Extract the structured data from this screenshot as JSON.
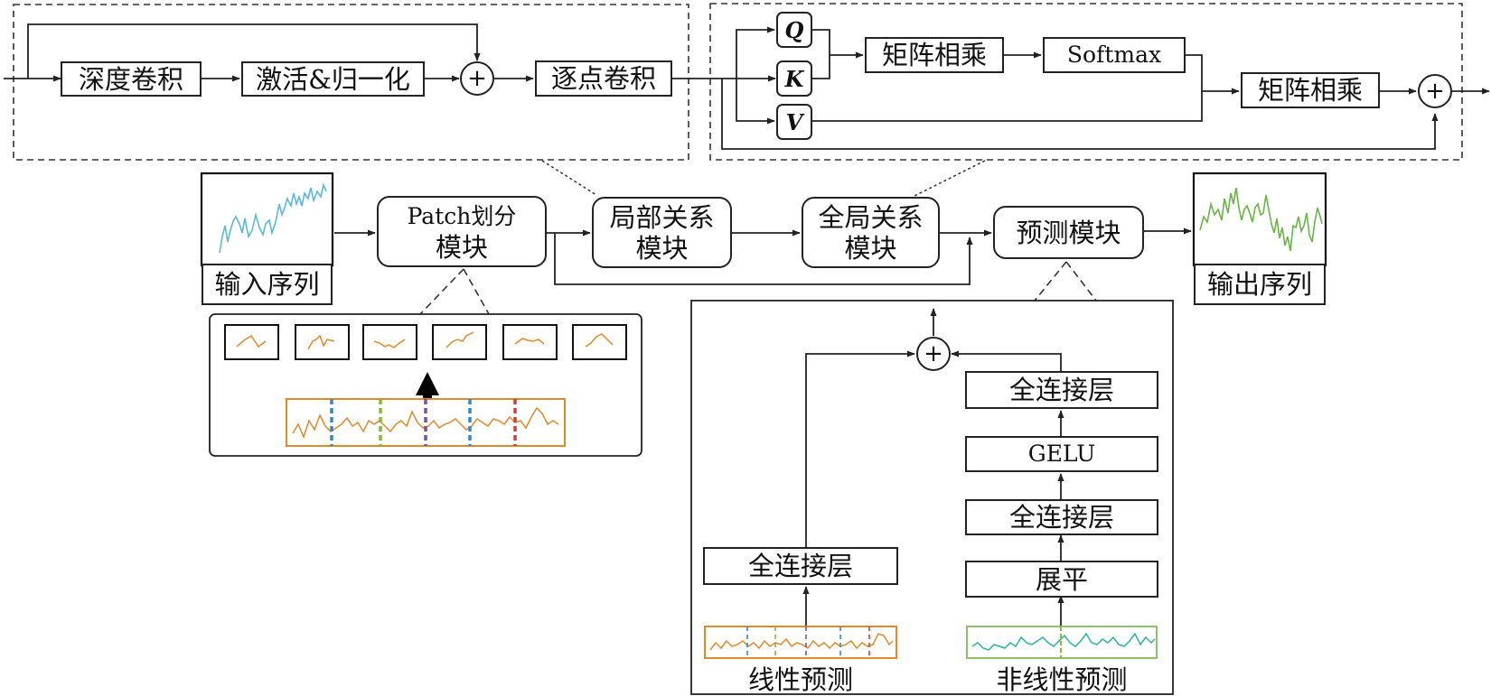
{
  "local_block": {
    "depthwise_conv": "深度卷积",
    "activation_norm": "激活&归一化",
    "pointwise_conv": "逐点卷积"
  },
  "global_block": {
    "q": "Q",
    "k": "K",
    "v": "V",
    "matmul_1": "矩阵相乘",
    "softmax": "Softmax",
    "matmul_2": "矩阵相乘"
  },
  "pipeline": {
    "input_label": "输入序列",
    "patch_line1": "Patch划分",
    "patch_line2": "模块",
    "local_line1": "局部关系",
    "local_line2": "模块",
    "global_line1": "全局关系",
    "global_line2": "模块",
    "predict": "预测模块",
    "output_label": "输出序列"
  },
  "prediction_detail": {
    "linear_fc": "全连接层",
    "fc_top": "全连接层",
    "gelu": "GELU",
    "fc_mid": "全连接层",
    "flatten": "展平",
    "linear_label": "线性预测",
    "nonlinear_label": "非线性预测"
  },
  "plus_symbol": "+",
  "colors": {
    "input_series": "#5bb8d8",
    "output_series": "#6ab545",
    "patch_series": "#e08a2a",
    "nonlinear_series": "#2bb3a0",
    "nonlinear_border": "#8cc36a",
    "divider_blue": "#3a86c8",
    "divider_green": "#8ab83a",
    "divider_purple": "#7a4fa0",
    "divider_red": "#c84040"
  },
  "icons": {
    "arrow": "arrow-icon",
    "block_arrow": "thick-up-arrow-icon"
  }
}
